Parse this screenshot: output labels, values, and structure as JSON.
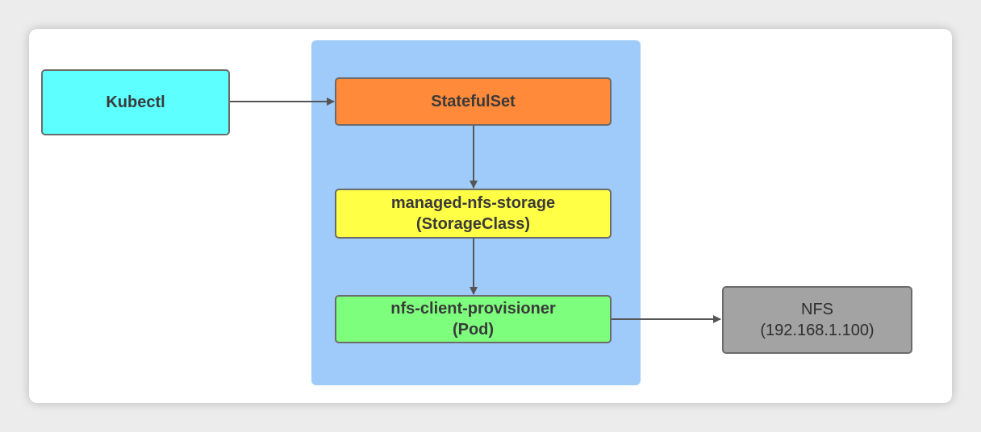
{
  "colors": {
    "group_background": "#9fcbfa",
    "kubectl": "#5effff",
    "statefulset": "#ff8a3a",
    "storageclass": "#ffff45",
    "provisioner": "#7dff7d",
    "nfs": "#a3a3a3",
    "edge": "#555555"
  },
  "nodes": {
    "kubectl": {
      "line1": "Kubectl"
    },
    "statefulset": {
      "line1": "StatefulSet"
    },
    "storageclass": {
      "line1": "managed-nfs-storage",
      "line2": "(StorageClass)"
    },
    "provisioner": {
      "line1": "nfs-client-provisioner",
      "line2": "(Pod)"
    },
    "nfs": {
      "line1": "NFS",
      "line2": "(192.168.1.100)"
    }
  },
  "edges": [
    {
      "from": "kubectl",
      "to": "statefulset"
    },
    {
      "from": "statefulset",
      "to": "storageclass"
    },
    {
      "from": "storageclass",
      "to": "provisioner"
    },
    {
      "from": "provisioner",
      "to": "nfs"
    }
  ]
}
